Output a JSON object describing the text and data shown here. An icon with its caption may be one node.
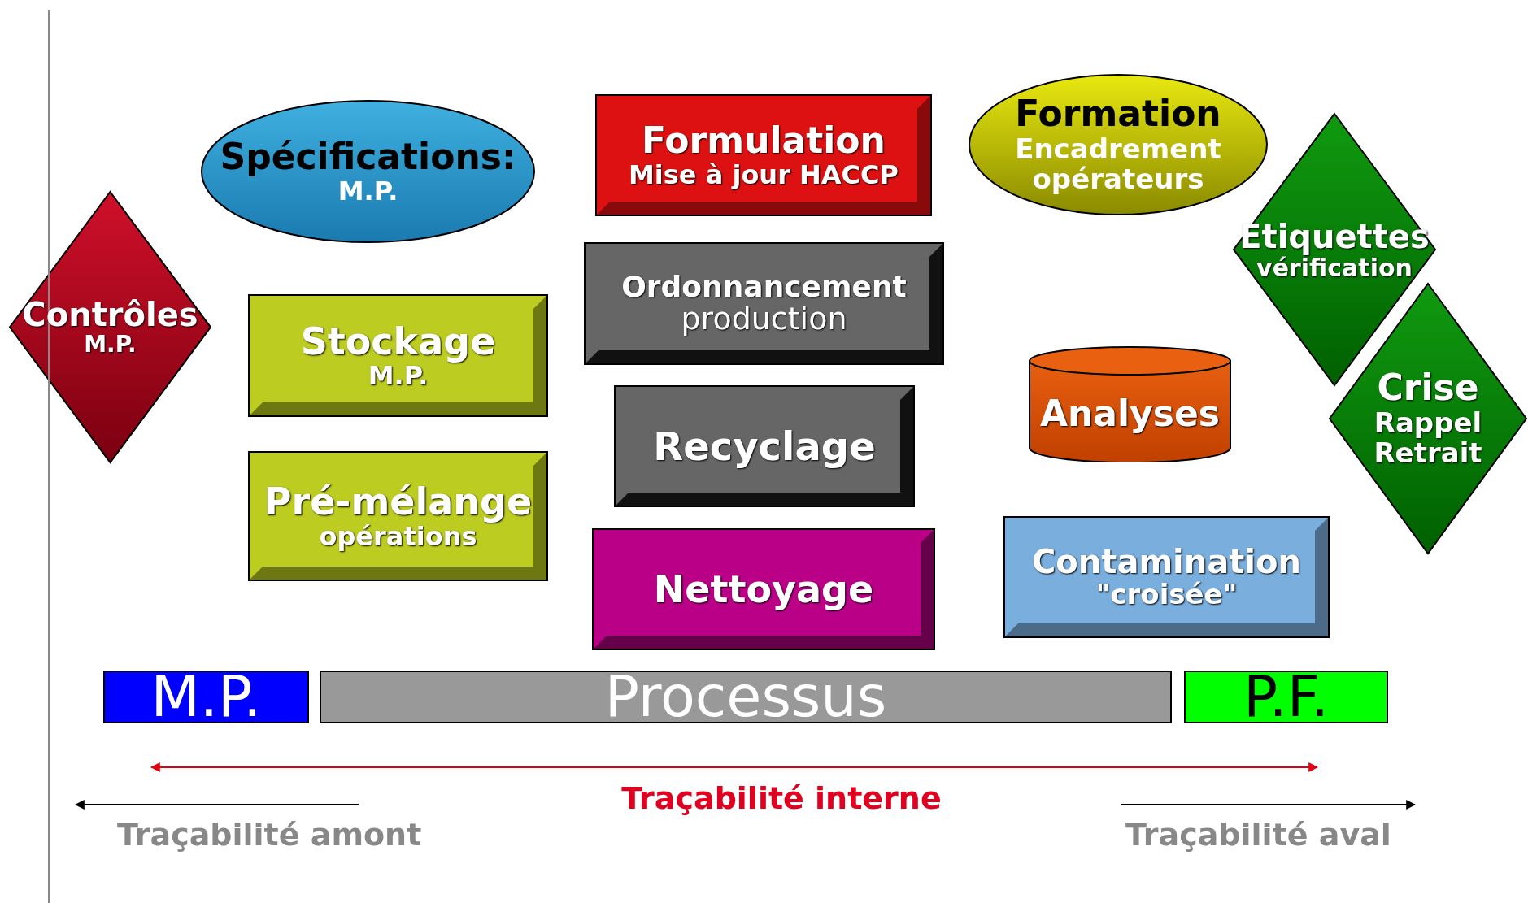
{
  "diagram": {
    "nodes": [
      {
        "text": [
          "Contrôles",
          "M.P."
        ]
      },
      {
        "text": [
          "Spécifications:",
          "M.P."
        ]
      },
      {
        "text": [
          "Stockage",
          "M.P."
        ]
      },
      {
        "text": [
          "Pré-mélange",
          "opérations"
        ]
      },
      {
        "text": [
          "Formulation",
          "Mise à jour HACCP"
        ]
      },
      {
        "text": [
          "Ordonnancement",
          "production"
        ]
      },
      {
        "text": [
          "Recyclage"
        ]
      },
      {
        "text": [
          "Nettoyage"
        ]
      },
      {
        "text": [
          "Formation",
          "Encadrement opérateurs"
        ]
      },
      {
        "text": [
          "Analyses"
        ]
      },
      {
        "text": [
          "Etiquettes",
          "vérification"
        ]
      },
      {
        "text": [
          "Crise",
          "Rappel Retrait"
        ]
      },
      {
        "text": [
          "Contamination",
          "\"croisée\""
        ]
      },
      {
        "text": [
          "M.P."
        ]
      },
      {
        "text": [
          "Processus"
        ]
      },
      {
        "text": [
          "P.F."
        ]
      }
    ],
    "edges": [],
    "labels": [
      "Traçabilité interne",
      "Traçabilité amont",
      "Traçabilité aval"
    ]
  }
}
